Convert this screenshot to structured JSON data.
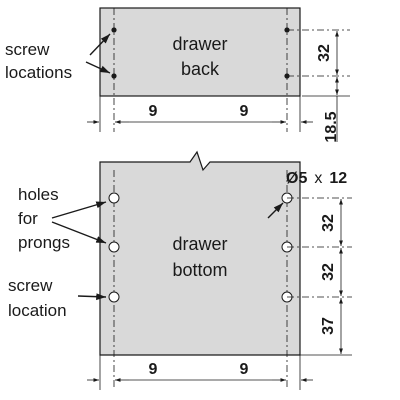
{
  "labels": {
    "drawer_back_line1": "drawer",
    "drawer_back_line2": "back",
    "drawer_bottom_line1": "drawer",
    "drawer_bottom_line2": "bottom",
    "screw_locations_line1": "screw",
    "screw_locations_line2": "locations",
    "holes_line1": "holes",
    "holes_line2": "for",
    "holes_line3": "prongs",
    "screw_location_line1": "screw",
    "screw_location_line2": "location"
  },
  "dimensions": {
    "back_left_offset": "9",
    "back_right_offset": "9",
    "back_hole_spacing": "32",
    "back_bottom_offset": "18.5",
    "bottom_left_offset": "9",
    "bottom_right_offset": "9",
    "bottom_spacing_1": "32",
    "bottom_spacing_2": "32",
    "bottom_spacing_3": "37",
    "hole_diameter": "Ø5",
    "hole_times": "x",
    "hole_depth": "12"
  }
}
